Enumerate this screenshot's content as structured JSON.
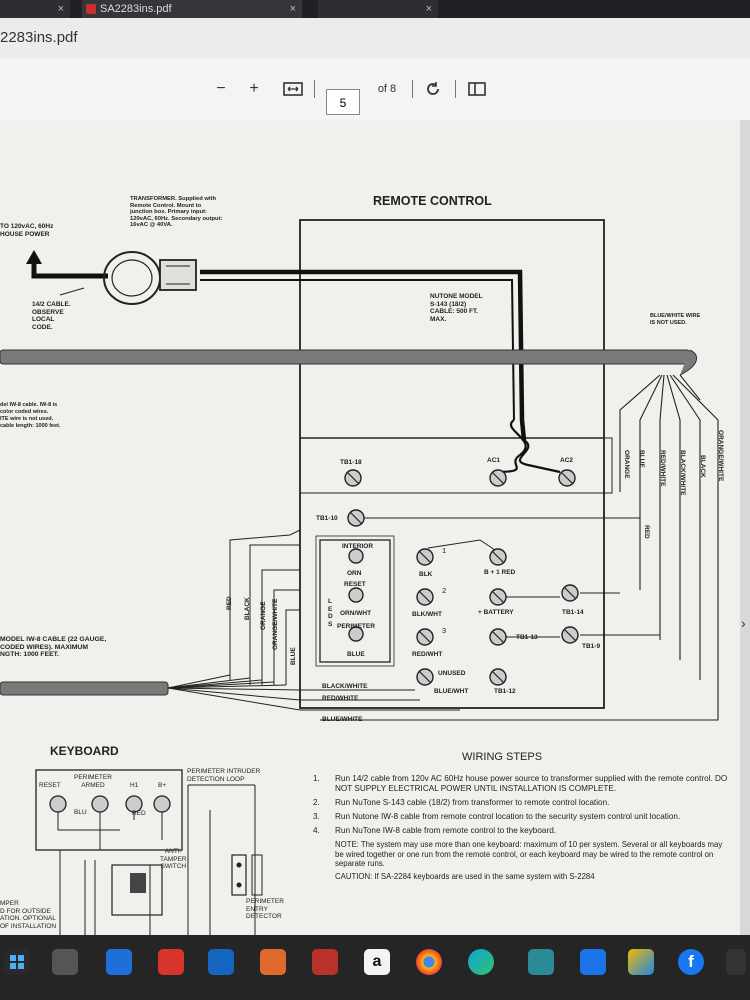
{
  "browser": {
    "tabs": [
      {
        "label": "",
        "active": false
      },
      {
        "label": "SA2283ins.pdf",
        "active": true
      },
      {
        "label": "",
        "active": false
      }
    ],
    "title": "2283ins.pdf"
  },
  "viewer": {
    "zoom_out": "−",
    "zoom_in": "+",
    "page_current": "5",
    "page_total": "of 8"
  },
  "diagram": {
    "remote_control_title": "REMOTE CONTROL",
    "power_label": "TO 120vAC, 60Hz\nHOUSE POWER",
    "transformer_note": "TRANSFORMER. Supplied with\nRemote Control. Mount to\njunction box. Primary input:\n120vAC, 60Hz. Secondary output:\n16vAC @ 40VA.",
    "cable_14_2": "14/2 CABLE.\nOBSERVE\nLOCAL\nCODE.",
    "nutone_cable": "NUTONE MODEL\nS-143 (18/2)\nCABLE: 500 FT.\nMAX.",
    "blue_white_not_used": "BLUE/WHITE WIRE\nIS NOT USED.",
    "iw8_left_note": "del IW-8 cable. IW-8 is\ncolor coded wires.\nITE wire is not used.\ncable length: 1000 feet.",
    "model_iw8_cable": "MODEL IW-8 CABLE (22 GAUGE,\nCODED WIRES). MAXIMUM\nNGTH: 1000 FEET.",
    "terminals": {
      "tb1_18": "TB1-18",
      "ac1": "AC1",
      "ac2": "AC2",
      "tb1_10": "TB1-10",
      "interior": "INTERIOR",
      "orn": "ORN",
      "reset": "RESET",
      "orn_wht": "ORN/WHT",
      "perimeter": "PERIMETER",
      "blue": "BLUE",
      "one": "1",
      "blk": "BLK",
      "b_red": "B + 1 RED",
      "two": "2",
      "blk_wht": "BLK/WHT",
      "battery": "+ BATTERY",
      "tb1_14": "TB1-14",
      "three": "3",
      "red_wht": "RED/WHT",
      "tb1_13": "TB1-13",
      "tb1_9": "TB1-9",
      "unused": "UNUSED",
      "blue_wht_term": "BLUE/WHT",
      "tb1_12": "TB1-12",
      "leds": "L\nE\nD\nS"
    },
    "bottom_wires": [
      "BLACK/WHITE",
      "RED/WHITE",
      "BLUE/WHITE"
    ],
    "left_wires": [
      "RED",
      "BLACK",
      "ORANGE",
      "ORANGE/WHITE",
      "BLUE"
    ],
    "right_wires": [
      "ORANGE",
      "BLUE",
      "RED/WHITE",
      "BLACK/WHITE",
      "BLACK",
      "ORANGE/WHITE"
    ],
    "red_label": "RED",
    "keyboard_title": "KEYBOARD",
    "keyboard_labels": {
      "reset": "RESET",
      "perimeter_armed": "PERIMETER\nARMED",
      "h1": "H1",
      "b_plus": "B+",
      "blu": "BLU",
      "red": "RED",
      "anti_tamper": "ANTI-\nTAMPER\nSWITCH",
      "perimeter_intruder": "PERIMETER INTRUDER\nDETECTION LOOP",
      "perimeter_entry": "PERIMETER\nENTRY\nDETECTOR",
      "left_partial": "MPER\nD FOR OUTSIDE\nATION. OPTIONAL\nOF INSTALLATION"
    },
    "wiring_title": "WIRING STEPS",
    "steps": [
      {
        "num": "1.",
        "text": "Run 14/2 cable from 120v AC 60Hz house power source to transformer supplied with the remote control. DO NOT SUPPLY ELECTRICAL POWER UNTIL INSTALLATION IS COMPLETE."
      },
      {
        "num": "2.",
        "text": "Run NuTone S-143 cable (18/2) from transformer to remote control location."
      },
      {
        "num": "3.",
        "text": "Run Nutone IW-8 cable from remote control location to the security system control unit location."
      },
      {
        "num": "4.",
        "text": "Run NuTone IW-8 cable from remote control to the keyboard."
      }
    ],
    "note": "NOTE: The system may use more than one keyboard: maximum of 10 per system. Several or all keyboards may be wired together or one run from the remote control, or each keyboard may be wired to the remote control on separate runs.",
    "caution": "CAUTION: If SA-2284 keyboards are used in the same system with S-2284"
  },
  "taskbar": {
    "icons": [
      "start-icon",
      "widgets-icon",
      "dropbox-icon",
      "app-red-icon",
      "outlook-icon",
      "app-orange-icon",
      "news-icon",
      "amazon-icon",
      "chrome-icon",
      "edge-icon",
      "app-teal-icon",
      "app-blue-icon",
      "photos-icon",
      "facebook-icon",
      "app-dark-icon"
    ]
  }
}
